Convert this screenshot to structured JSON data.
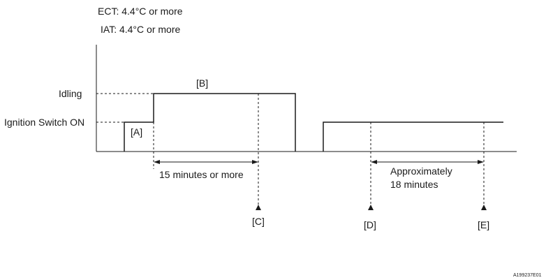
{
  "conditions": {
    "ect": "ECT: 4.4°C or more",
    "iat": "IAT: 4.4°C or more"
  },
  "levels": {
    "idling": "Idling",
    "ignition_on": "Ignition Switch ON"
  },
  "steps": {
    "a": "[A]",
    "b": "[B]",
    "c": "[C]",
    "d": "[D]",
    "e": "[E]"
  },
  "durations": {
    "first": "15 minutes or more",
    "second_line1": "Approximately",
    "second_line2": "18 minutes"
  },
  "figure_code": "A199237E01"
}
